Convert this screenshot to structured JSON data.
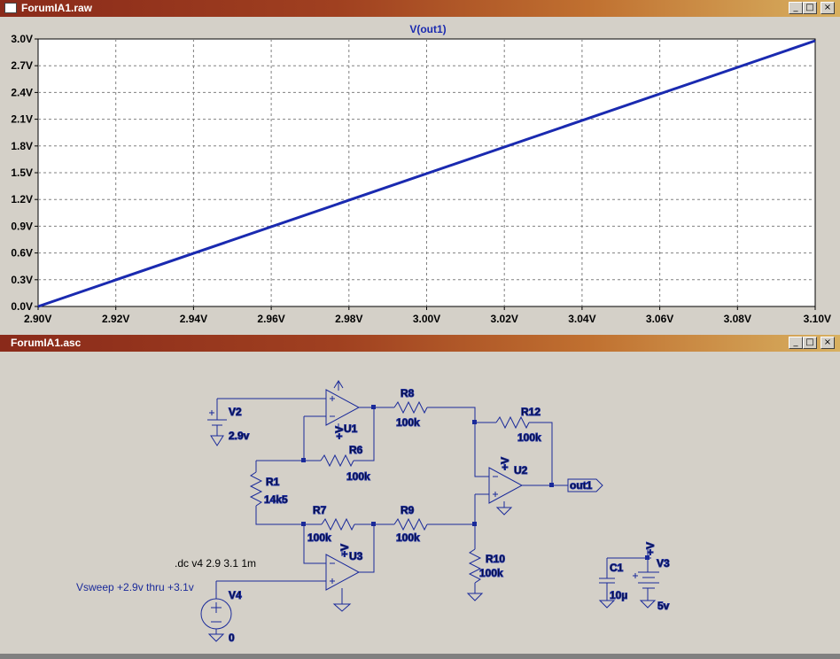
{
  "plot_window": {
    "title": "ForumIA1.raw",
    "buttons": {
      "minimize": "_",
      "maximize": "□",
      "close": "×"
    }
  },
  "schematic_window": {
    "title": "ForumIA1.asc",
    "buttons": {
      "minimize": "_",
      "maximize": "□",
      "close": "×"
    }
  },
  "chart_data": {
    "type": "line",
    "title": "V(out1)",
    "xlabel": "",
    "ylabel": "",
    "xlim": [
      2.9,
      3.1
    ],
    "ylim": [
      0.0,
      3.0
    ],
    "grid": true,
    "x_ticks": [
      "2.90V",
      "2.92V",
      "2.94V",
      "2.96V",
      "2.98V",
      "3.00V",
      "3.02V",
      "3.04V",
      "3.06V",
      "3.08V",
      "3.10V"
    ],
    "y_ticks": [
      "0.0V",
      "0.3V",
      "0.6V",
      "0.9V",
      "1.2V",
      "1.5V",
      "1.8V",
      "2.1V",
      "2.4V",
      "2.7V",
      "3.0V"
    ],
    "series": [
      {
        "name": "V(out1)",
        "color": "#1a2ab0",
        "x": [
          2.9,
          3.1
        ],
        "y": [
          0.0,
          2.98
        ]
      }
    ]
  },
  "schematic": {
    "wire_color": "#1a2a9a",
    "components": {
      "V2": {
        "name": "V2",
        "value": "2.9v"
      },
      "V3": {
        "name": "V3",
        "value": "5v"
      },
      "V4": {
        "name": "V4",
        "value": "0"
      },
      "C1": {
        "name": "C1",
        "value": "10µ"
      },
      "R1": {
        "name": "R1",
        "value": "14k5"
      },
      "R6": {
        "name": "R6",
        "value": "100k"
      },
      "R7": {
        "name": "R7",
        "value": "100k"
      },
      "R8": {
        "name": "R8",
        "value": "100k"
      },
      "R9": {
        "name": "R9",
        "value": "100k"
      },
      "R10": {
        "name": "R10",
        "value": "100k"
      },
      "R12": {
        "name": "R12",
        "value": "100k"
      },
      "U1": {
        "name": "U1"
      },
      "U2": {
        "name": "U2"
      },
      "U3": {
        "name": "U3"
      }
    },
    "supply_label": "+V",
    "net_label": "out1",
    "directive": ".dc v4 2.9 3.1 1m",
    "comment": "Vsweep +2.9v thru +3.1v"
  }
}
